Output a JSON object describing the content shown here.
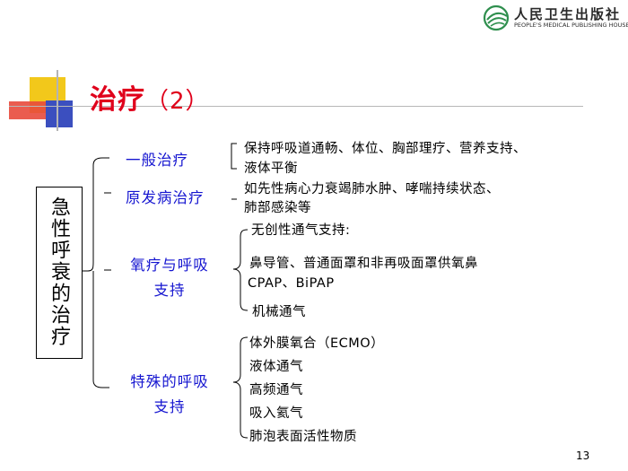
{
  "logo": {
    "name_cn": "人民卫生出版社",
    "name_en": "PEOPLE'S MEDICAL PUBLISHING HOUSE"
  },
  "title": {
    "main": "治疗",
    "sub": "（2）"
  },
  "main_label": "急性呼衰的治疗",
  "categories": {
    "general": {
      "label": "一般治疗",
      "lines": [
        "保持呼吸道通畅、体位、胸部理疗、营养支持、",
        "液体平衡"
      ]
    },
    "primary": {
      "label": "原发病治疗",
      "lines": [
        "如先性病心力衰竭肺水肿、哮喘持续状态、",
        "肺部感染等"
      ]
    },
    "oxygen": {
      "label_line1": "氧疗与呼吸",
      "label_line2": "支持",
      "items": [
        "无创性通气支持:",
        "鼻导管、普通面罩和非再吸面罩供氧鼻",
        "CPAP、BiPAP",
        "机械通气"
      ]
    },
    "special": {
      "label_line1": "特殊的呼吸",
      "label_line2": "支持",
      "items": [
        "体外膜氧合（ECMO）",
        "液体通气",
        "高频通气",
        "吸入氦气",
        "肺泡表面活性物质"
      ]
    }
  },
  "page_number": "13",
  "colors": {
    "title": "#e0001b",
    "category": "#1515d0",
    "logo_green": "#2f8f4e"
  }
}
